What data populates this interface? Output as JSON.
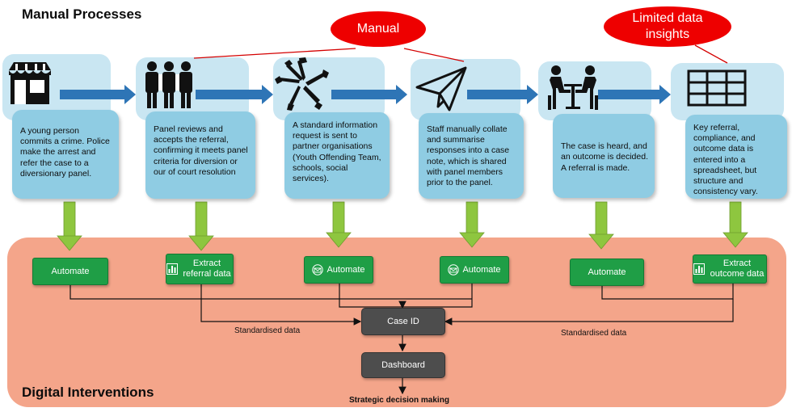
{
  "titles": {
    "manual": "Manual Processes",
    "digital": "Digital Interventions"
  },
  "callouts": {
    "manual": "Manual",
    "limited": "Limited data insights"
  },
  "stages": [
    {
      "icon": "shop-icon",
      "text": "A young person commits a crime. Police make the arrest and refer the case to a diversionary panel.",
      "action": "Automate",
      "action_icon": ""
    },
    {
      "icon": "people-icon",
      "text": "Panel reviews and accepts the referral, confirming it meets panel criteria for diversion or our of court resolution",
      "action": "Extract referral data",
      "action_icon": "bar-chart-icon"
    },
    {
      "icon": "team-hands-icon",
      "text": "A standard information request is sent to partner organisations (Youth Offending Team, schools, social services).",
      "action": "Automate",
      "action_icon": "email-icon"
    },
    {
      "icon": "paper-plane-icon",
      "text": "Staff manually collate and summarise responses into a case note, which is shared with panel members prior to the panel.",
      "action": "Automate",
      "action_icon": "email-icon"
    },
    {
      "icon": "meeting-icon",
      "text": "The case is heard, and an outcome is decided. A referral is made.",
      "action": "Automate",
      "action_icon": ""
    },
    {
      "icon": "spreadsheet-icon",
      "text": "Key referral, compliance, and outcome data is entered into a spreadsheet, but structure and consistency vary.",
      "action": "Extract outcome data",
      "action_icon": "bar-chart-icon"
    }
  ],
  "flow": {
    "case_id": "Case ID",
    "dashboard": "Dashboard",
    "standardised_left": "Standardised data",
    "standardised_right": "Standardised data",
    "strategic": "Strategic decision making"
  },
  "colors": {
    "stage_bg": "#c9e6f2",
    "card": "#8fcce3",
    "digital_bg": "#f4a58a",
    "green": "#1f9e46",
    "arrow_blue": "#2e75b6",
    "callout_red": "#ee0000",
    "dark_box": "#4d4d4d",
    "down_arrow_green": "#8ec63f"
  }
}
